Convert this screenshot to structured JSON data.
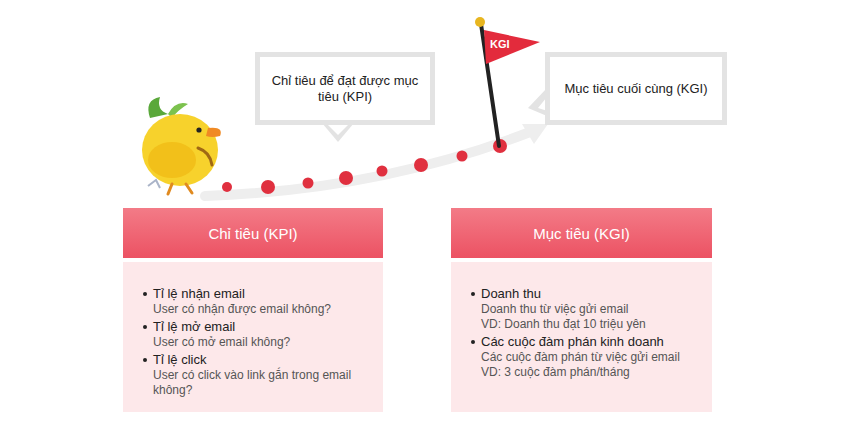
{
  "diagram": {
    "nodes": [
      {
        "text": [
          "Chỉ tiêu để đạt được mục tiêu (KPI)"
        ]
      },
      {
        "text": [
          "KGI"
        ]
      },
      {
        "text": [
          "Mục tiêu cuối cùng (KGI)"
        ]
      },
      {
        "text": [
          "Chỉ tiêu (KPI)"
        ]
      },
      {
        "text": [
          "Tỉ lệ nhận email",
          "User có nhận được email không?",
          "Tỉ lệ mở email",
          "User có mở email không?",
          "Tỉ lệ click",
          "User có click vào link gắn trong email không?"
        ]
      },
      {
        "text": [
          "Mục tiêu (KGI)"
        ]
      },
      {
        "text": [
          "Doanh thu",
          "Doanh thu từ việc gửi email",
          "VD: Doanh thu đạt 10 triệu yên",
          "Các cuộc đàm phán kinh doanh",
          "Các cuộc đàm phán từ việc gửi email",
          "VD: 3 cuộc đàm phán/tháng"
        ]
      }
    ]
  }
}
